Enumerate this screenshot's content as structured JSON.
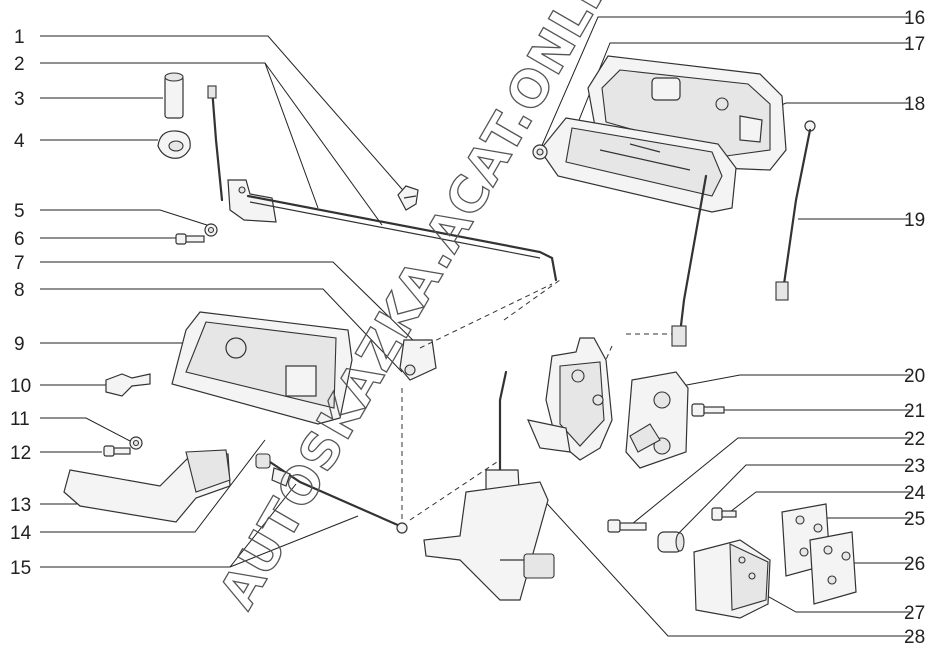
{
  "diagram": {
    "labels_left": [
      "1",
      "2",
      "3",
      "4",
      "5",
      "6",
      "7",
      "8",
      "9",
      "10",
      "11",
      "12",
      "13",
      "14",
      "15"
    ],
    "labels_right": [
      "16",
      "17",
      "18",
      "19",
      "20",
      "21",
      "22",
      "23",
      "24",
      "25",
      "26",
      "27",
      "28"
    ],
    "watermark": "AUTOSKAZKA.ACAT.ONLINE"
  }
}
